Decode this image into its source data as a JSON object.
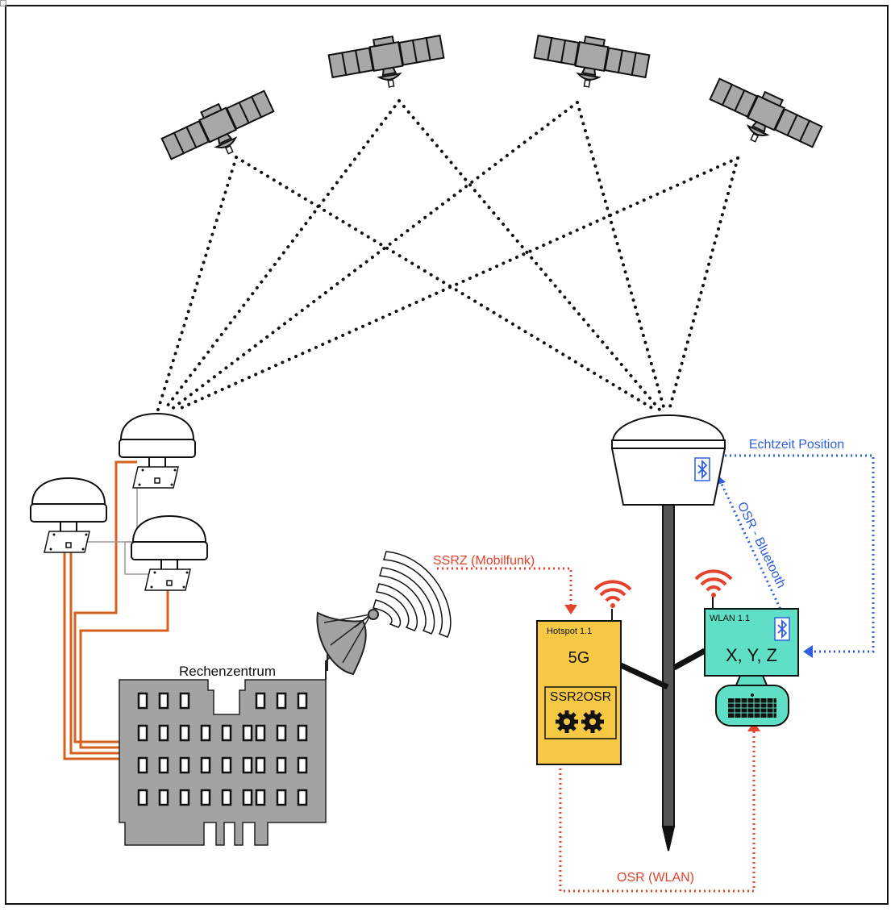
{
  "labels": {
    "datacenter": "Rechenzentrum",
    "ssrz_link": "SSRZ (Mobilfunk)",
    "osr_wlan_link": "OSR (WLAN)",
    "echtzeit_link": "Echtzeit Position",
    "osr_bt_link": "OSR - Bluetooth",
    "hotspot_title": "Hotspot 1.1",
    "hotspot_5g": "5G",
    "ssr2osr": "SSR2OSR",
    "wlan_title": "WLAN 1.1",
    "xyz": "X, Y, Z"
  },
  "colors": {
    "red_link": "#e5412c",
    "blue_link": "#2f5fe0",
    "orange_cable": "#d4621c",
    "satellite_gray": "#a8a8a8",
    "building_gray": "#a3a3a3",
    "hotspot_yellow": "#f7c843",
    "controller_teal": "#5fe0c6"
  },
  "icons": [
    "satellite-icon",
    "gnss-antenna-icon",
    "bluetooth-icon",
    "wifi-icon",
    "gear-icon",
    "dish-antenna-icon",
    "building-icon",
    "keyboard-icon"
  ]
}
